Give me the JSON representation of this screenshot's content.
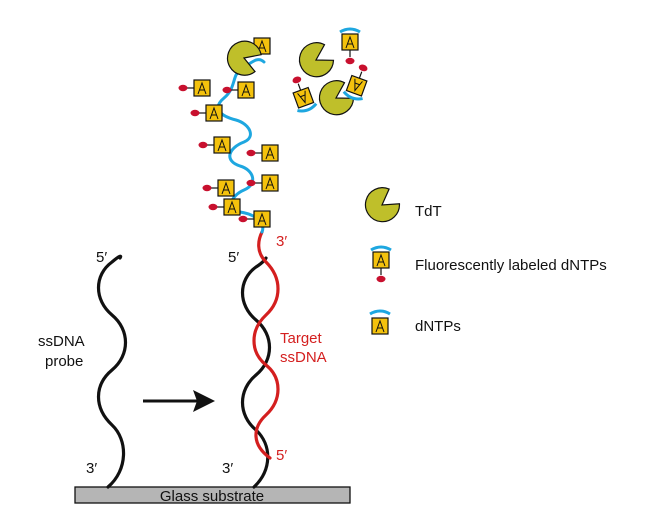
{
  "colors": {
    "strand": "#111111",
    "target": "#d41f1f",
    "tail": "#1ea7e0",
    "enzyme": "#bfbf2a",
    "nucleotide": "#f4c20d",
    "fluor": "#c8102e",
    "substrate": "#b5b5b5"
  },
  "icons": {
    "enzyme": "tdt-enzyme-icon",
    "labeled_nucleotide": "fluorescent-dntp-icon",
    "nucleotide": "dntp-icon",
    "arrow": "arrow-right-icon"
  },
  "substrate_label": "Glass substrate",
  "probe": {
    "label_line1": "ssDNA",
    "label_line2": "probe",
    "end_top": "5′",
    "end_bottom": "3′"
  },
  "hybrid": {
    "probe_end_top": "5′",
    "probe_end_bottom": "3′",
    "target_end_top": "3′",
    "target_end_bottom": "5′",
    "target_line1": "Target",
    "target_line2": "ssDNA"
  },
  "nucleotide_letter": "A",
  "legend": {
    "items": [
      {
        "label": "TdT"
      },
      {
        "label": "Fluorescently labeled dNTPs"
      },
      {
        "label": "dNTPs"
      }
    ]
  }
}
